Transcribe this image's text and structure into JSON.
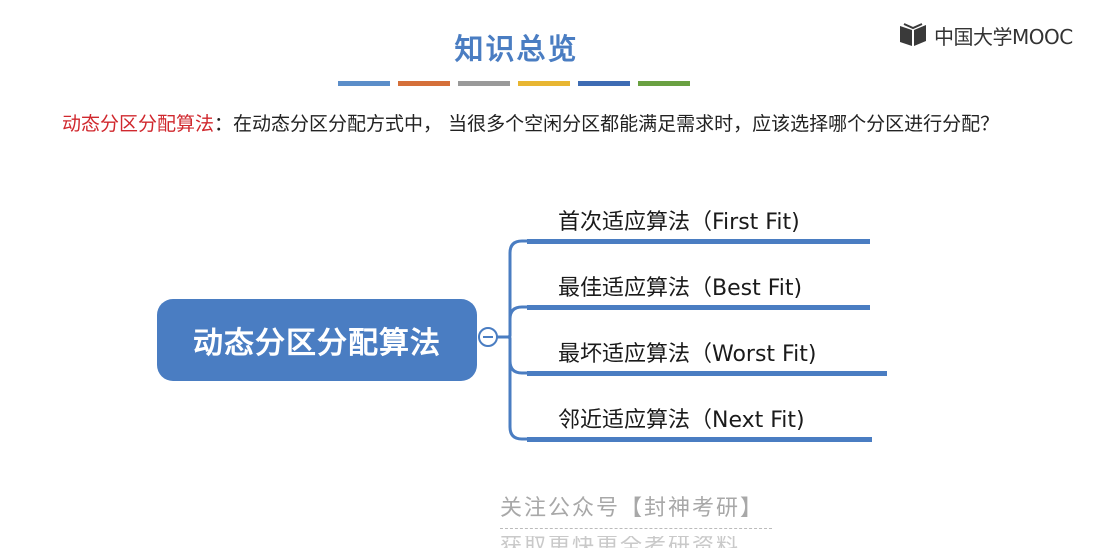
{
  "slide": {
    "title": "知识总览",
    "title_color": "#4a7dc2",
    "title_bar_colors": [
      "#5b8ec9",
      "#d5703a",
      "#9a9a9a",
      "#e8b632",
      "#3e6cb4",
      "#6aa142"
    ]
  },
  "logo": {
    "text": "中国大学MOOC",
    "icon": "mooc-book-icon"
  },
  "intro": {
    "term": "动态分区分配算法",
    "sep": "：",
    "text": "在动态分区分配方式中， 当很多个空闲分区都能满足需求时，应该选择哪个分区进行分配？",
    "term_color": "#d0282e"
  },
  "mindmap": {
    "central": "动态分区分配算法",
    "central_color": "#4a7dc2",
    "branch_color": "#4a7dc2",
    "branches": [
      {
        "label": "首次适应算法（First Fit)"
      },
      {
        "label": "最佳适应算法（Best Fit)"
      },
      {
        "label": "最坏适应算法（Worst Fit)"
      },
      {
        "label": "邻近适应算法（Next Fit)"
      }
    ]
  },
  "watermark": {
    "line1": "关注公众号【封神考研】",
    "line2": "获取更快更全考研资料"
  }
}
